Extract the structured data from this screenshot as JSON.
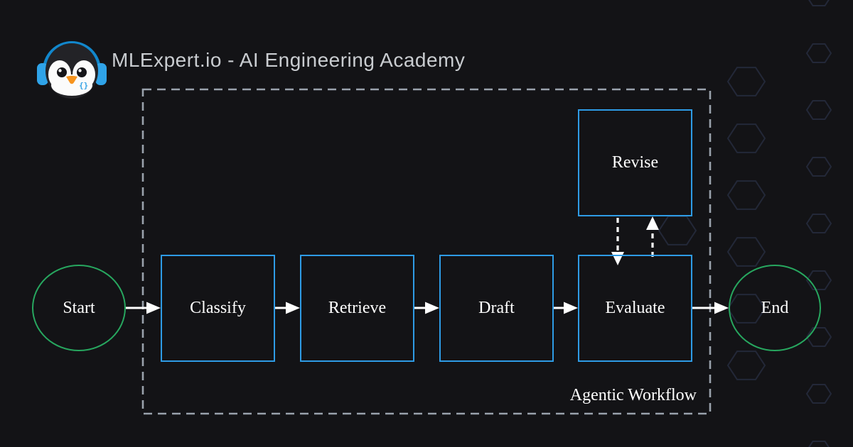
{
  "header": {
    "title": "MLExpert.io - AI Engineering Academy",
    "logo": "penguin-headphones-mascot"
  },
  "diagram": {
    "container_label": "Agentic Workflow",
    "nodes": [
      {
        "id": "start",
        "label": "Start",
        "shape": "ellipse"
      },
      {
        "id": "classify",
        "label": "Classify",
        "shape": "rect"
      },
      {
        "id": "retrieve",
        "label": "Retrieve",
        "shape": "rect"
      },
      {
        "id": "draft",
        "label": "Draft",
        "shape": "rect"
      },
      {
        "id": "evaluate",
        "label": "Evaluate",
        "shape": "rect"
      },
      {
        "id": "revise",
        "label": "Revise",
        "shape": "rect"
      },
      {
        "id": "end",
        "label": "End",
        "shape": "ellipse"
      }
    ],
    "edges": [
      {
        "from": "start",
        "to": "classify",
        "style": "solid"
      },
      {
        "from": "classify",
        "to": "retrieve",
        "style": "solid"
      },
      {
        "from": "retrieve",
        "to": "draft",
        "style": "solid"
      },
      {
        "from": "draft",
        "to": "evaluate",
        "style": "solid"
      },
      {
        "from": "revise",
        "to": "evaluate",
        "style": "dashed"
      },
      {
        "from": "evaluate",
        "to": "revise",
        "style": "dashed"
      },
      {
        "from": "evaluate",
        "to": "end",
        "style": "solid"
      }
    ],
    "colors": {
      "background": "#131316",
      "box_border": "#2E9BE5",
      "terminal_border": "#27A75F",
      "container_border": "#9AA2AC",
      "arrow": "#FFFFFF",
      "node_text": "#FFFFFF",
      "title_text": "#C9CCD0",
      "hex_pattern": "#232838"
    }
  }
}
